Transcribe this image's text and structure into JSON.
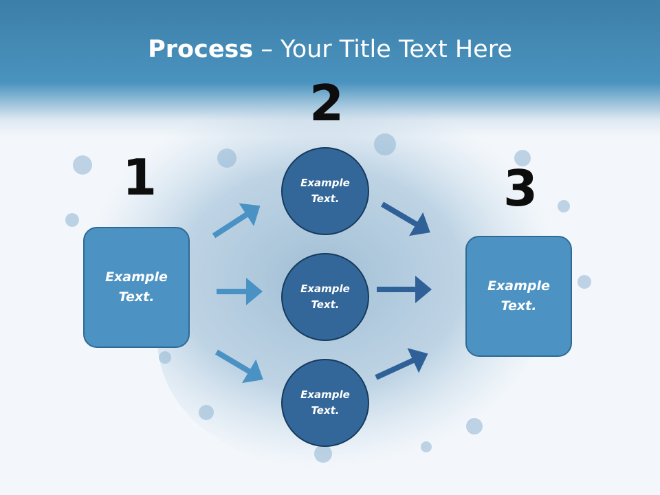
{
  "slide": {
    "title_bold": "Process",
    "title_rest": " – Your Title Text Here"
  },
  "steps": {
    "step1": {
      "number": "1",
      "text": "Example Text."
    },
    "step2": {
      "number": "2",
      "items": [
        {
          "text": "Example Text."
        },
        {
          "text": "Example Text."
        },
        {
          "text": "Example Text."
        }
      ]
    },
    "step3": {
      "number": "3",
      "text": "Example Text."
    }
  },
  "colors": {
    "box": "#4c93c3",
    "circle": "#336699",
    "arrow_light": "#4a91c4",
    "arrow_dark": "#2f6198"
  }
}
